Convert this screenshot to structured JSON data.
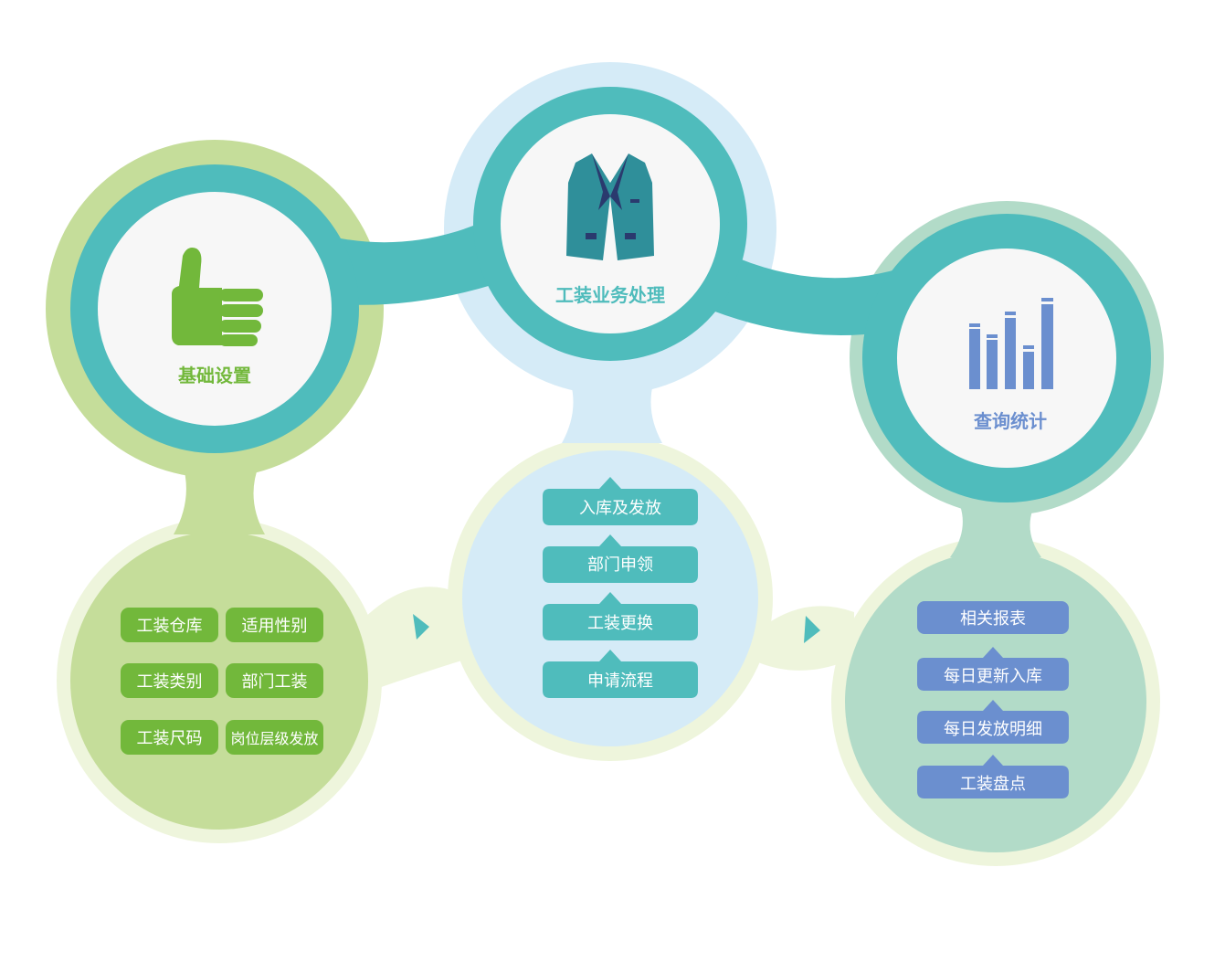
{
  "colors": {
    "teal": "#4fbcbc",
    "green_light": "#c5dd9a",
    "green_item": "#72b83b",
    "pale_green": "#eef5dc",
    "light_blue": "#d5ebf7",
    "sage": "#b2dbc8",
    "blue_item": "#6b8fcf",
    "white_circle": "#f7f7f7"
  },
  "modules": [
    {
      "title": "基础设置",
      "icon": "thumbs-up-icon",
      "items": [
        "工装仓库",
        "适用性别",
        "工装类别",
        "部门工装",
        "工装尺码",
        "岗位层级发放"
      ]
    },
    {
      "title": "工装业务处理",
      "icon": "suit-jacket-icon",
      "items": [
        "入库及发放",
        "部门申领",
        "工装更换",
        "申请流程"
      ]
    },
    {
      "title": "查询统计",
      "icon": "bar-chart-icon",
      "items": [
        "相关报表",
        "每日更新入库",
        "每日发放明细",
        "工装盘点"
      ]
    }
  ]
}
